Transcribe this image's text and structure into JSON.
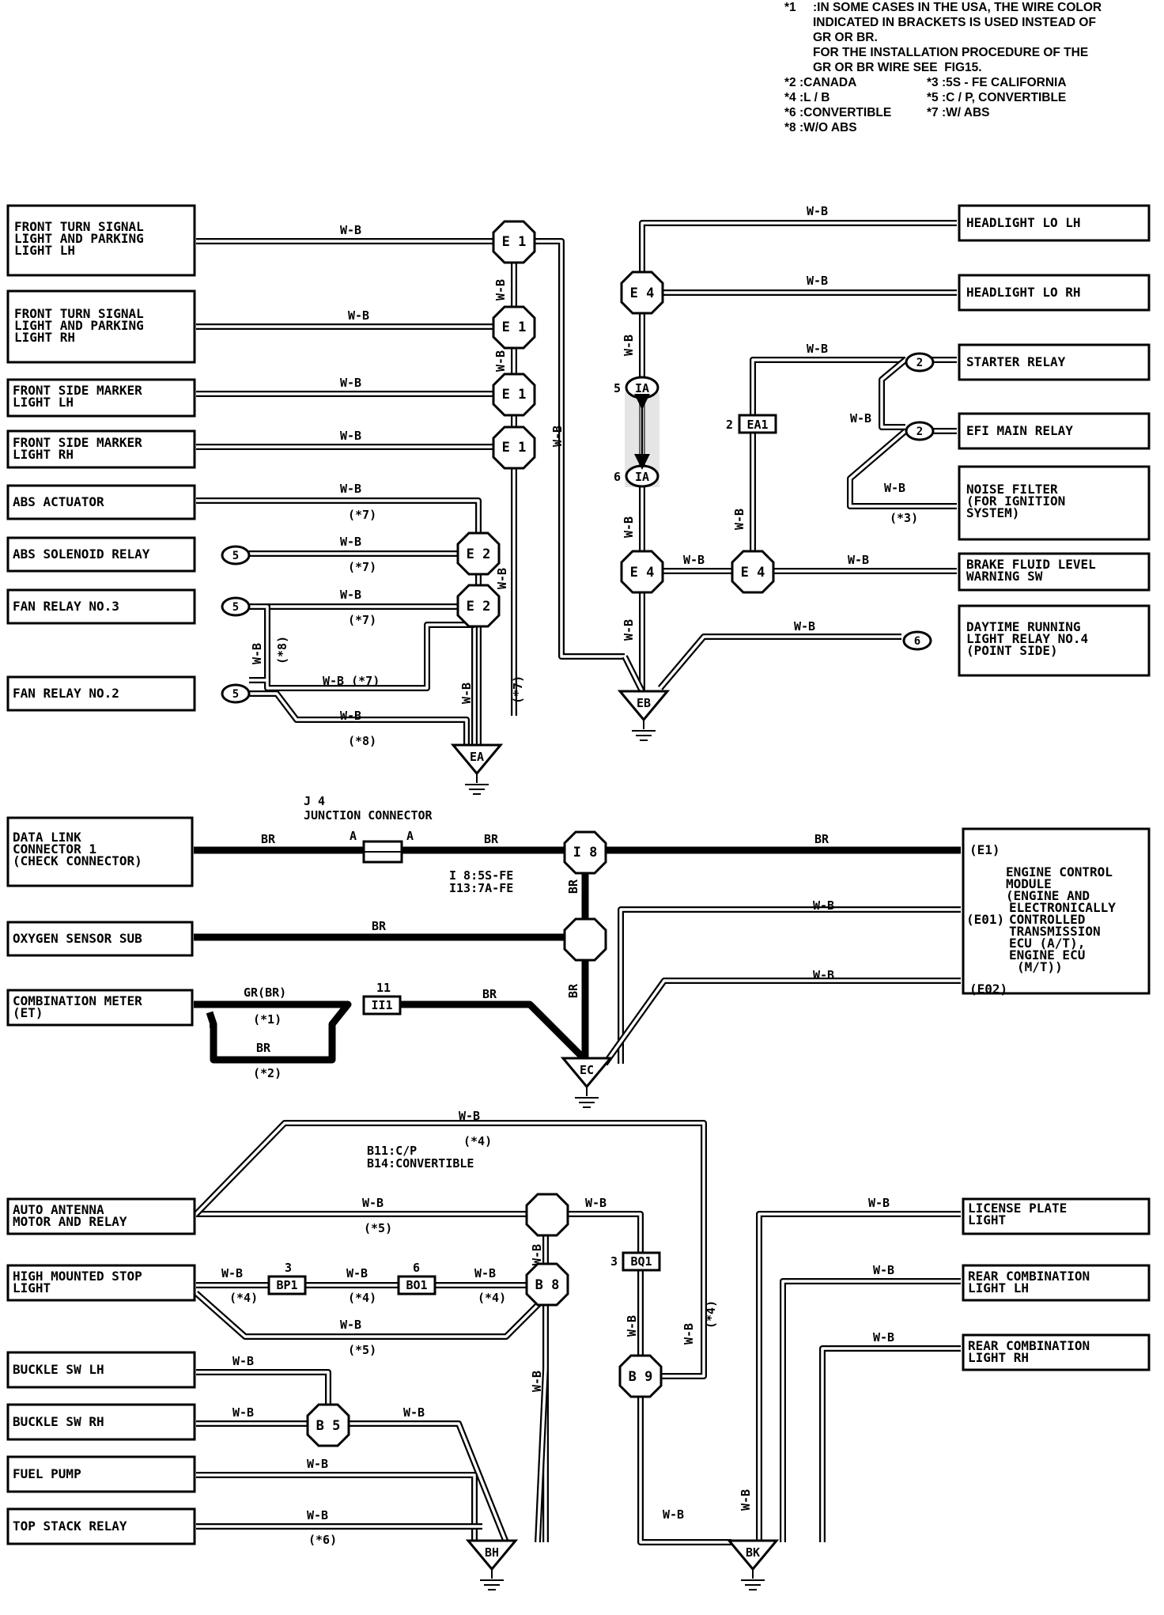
{
  "notes": [
    {
      "key": "*1",
      "text": ":IN SOME CASES IN THE USA, THE WIRE COLOR"
    },
    {
      "key": "",
      "text": "INDICATED IN BRACKETS IS USED INSTEAD OF"
    },
    {
      "key": "",
      "text": "GR OR BR."
    },
    {
      "key": "",
      "text": "FOR THE INSTALLATION PROCEDURE OF THE"
    },
    {
      "key": "",
      "text": "GR OR BR WIRE SEE  FIG15."
    }
  ],
  "notes_pairs": [
    {
      "a": "*2 :CANADA",
      "b": "*3 :5S - FE  CALIFORNIA"
    },
    {
      "a": "*4 :L / B",
      "b": "*5 :C / P,  CONVERTIBLE"
    },
    {
      "a": "*6 :CONVERTIBLE",
      "b": "*7 :W/  ABS"
    },
    {
      "a": "*8 :W/O  ABS",
      "b": ""
    }
  ],
  "components": {
    "front_turn_lh": [
      "FRONT TURN SIGNAL",
      "LIGHT AND PARKING",
      "LIGHT LH"
    ],
    "front_turn_rh": [
      "FRONT TURN SIGNAL",
      "LIGHT AND PARKING",
      "LIGHT RH"
    ],
    "front_marker_lh": [
      "FRONT SIDE MARKER",
      "LIGHT LH"
    ],
    "front_marker_rh": [
      "FRONT SIDE MARKER",
      "LIGHT RH"
    ],
    "abs_actuator": "ABS ACTUATOR",
    "abs_solenoid": "ABS SOLENOID RELAY",
    "fan_relay3": "FAN RELAY NO.3",
    "fan_relay2": "FAN RELAY NO.2",
    "headlight_lo_lh": "HEADLIGHT LO LH",
    "headlight_lo_rh": "HEADLIGHT LO RH",
    "starter_relay": "STARTER RELAY",
    "efi_main_relay": "EFI MAIN RELAY",
    "noise_filter": [
      "NOISE FILTER",
      "(FOR IGNITION",
      "SYSTEM)"
    ],
    "brake_fluid": [
      "BRAKE FLUID LEVEL",
      "WARNING SW"
    ],
    "drl_relay": [
      "DAYTIME RUNNING",
      "LIGHT RELAY NO.4",
      "(POINT SIDE)"
    ],
    "data_link": [
      "DATA LINK",
      "CONNECTOR 1",
      "(CHECK CONNECTOR)"
    ],
    "oxygen_sensor": "OXYGEN SENSOR SUB",
    "combination_meter": [
      "COMBINATION METER",
      "(ET)"
    ],
    "ecm": [
      "ENGINE CONTROL",
      "MODULE",
      "(ENGINE AND",
      "ELECTRONICALLY",
      "CONTROLLED",
      "TRANSMISSION",
      "ECU (A/T),",
      "ENGINE ECU",
      "(M/T))"
    ],
    "ecm_pins": [
      "(E1)",
      "(E01)",
      "(E02)"
    ],
    "auto_antenna": [
      "AUTO ANTENNA",
      "MOTOR AND RELAY"
    ],
    "high_stop": [
      "HIGH MOUNTED STOP",
      "LIGHT"
    ],
    "buckle_lh": "BUCKLE SW LH",
    "buckle_rh": "BUCKLE SW RH",
    "fuel_pump": "FUEL PUMP",
    "top_stack": "TOP STACK RELAY",
    "license_plate": [
      "LICENSE PLATE",
      "LIGHT"
    ],
    "rear_comb_lh": [
      "REAR COMBINATION",
      "LIGHT LH"
    ],
    "rear_comb_rh": [
      "REAR COMBINATION",
      "LIGHT RH"
    ]
  },
  "labels": {
    "wb": "W-B",
    "br": "BR",
    "grbr": "GR(BR)",
    "wb_7": "W-B (*7)",
    "n7": "(*7)",
    "n8": "(*8)",
    "n3": "(*3)",
    "n1": "(*1)",
    "n2": "(*2)",
    "n4": "(*4)",
    "n5": "(*5)",
    "n6": "(*6)",
    "j4": "J 4",
    "junction": "JUNCTION CONNECTOR",
    "pin_a": "A",
    "i8_note": [
      "I 8:5S-FE",
      "I13:7A-FE"
    ],
    "b11_note": [
      "B11:C/P",
      "B14:CONVERTIBLE"
    ]
  },
  "connectors": {
    "e1": "E 1",
    "e2": "E 2",
    "e4": "E 4",
    "ia": "IA",
    "ea1": "EA1",
    "i8": "I 8",
    "ii1": "II1",
    "b8": "B 8",
    "b5": "B 5",
    "b9": "B 9",
    "bq1": "BQ1",
    "bp1": "BP1",
    "bo1": "BO1",
    "pin2": "2",
    "pin3": "3",
    "pin5": "5",
    "pin6": "6",
    "pin11": "11"
  },
  "grounds": {
    "ea": "EA",
    "eb": "EB",
    "ec": "EC",
    "bh": "BH",
    "bk": "BK"
  }
}
